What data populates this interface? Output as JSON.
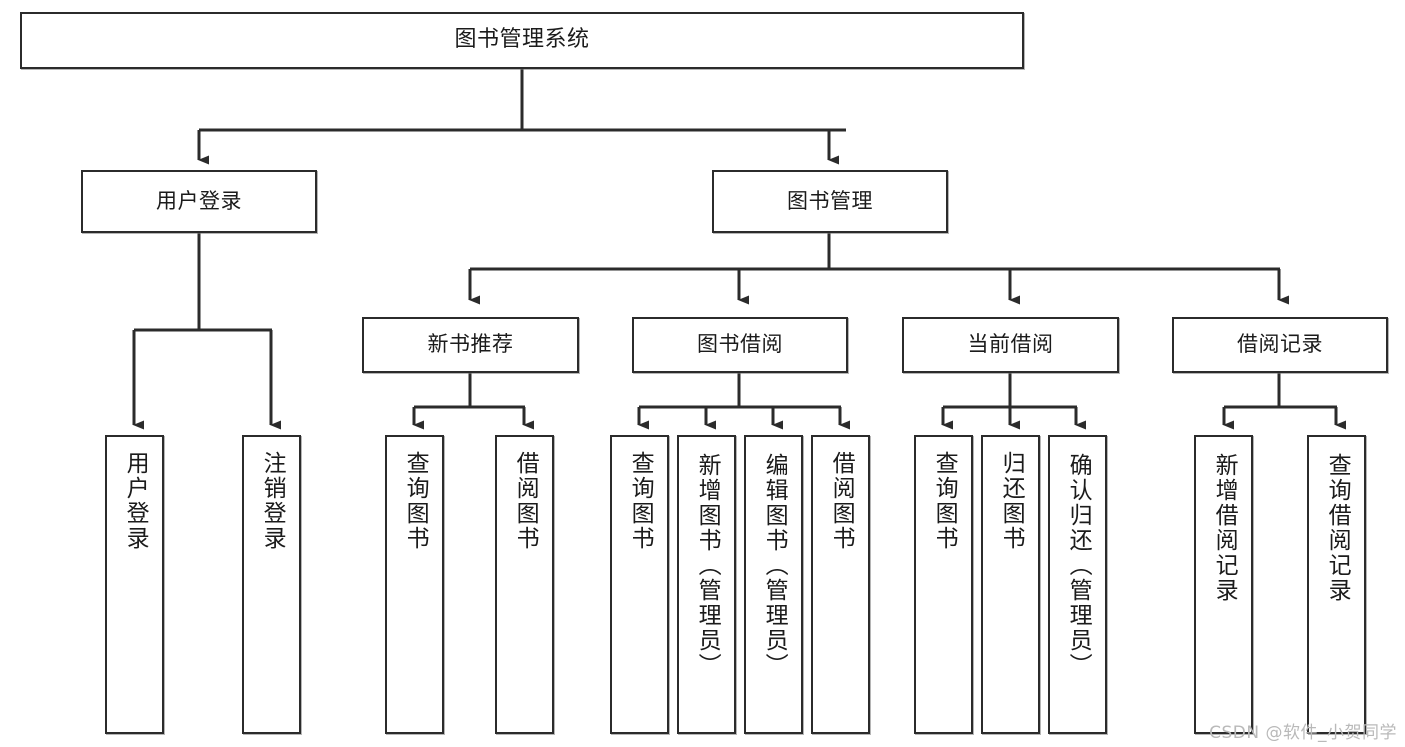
{
  "diagram": {
    "type": "tree-hierarchy",
    "title": "图书管理系统",
    "watermark": "CSDN @软件_小贺同学",
    "colors": {
      "box_border": "#2b2b2b",
      "box_fill": "#ffffff",
      "edge": "#2b2b2b",
      "text": "#1b1b1b",
      "watermark": "#b9b9b9"
    },
    "nodes": {
      "root": {
        "label": "图书管理系统"
      },
      "level2": [
        {
          "id": "user-login",
          "label": "用户登录"
        },
        {
          "id": "book-management",
          "label": "图书管理"
        }
      ],
      "level3": [
        {
          "id": "new-book-recommend",
          "label": "新书推荐"
        },
        {
          "id": "book-borrow",
          "label": "图书借阅"
        },
        {
          "id": "current-borrow",
          "label": "当前借阅"
        },
        {
          "id": "borrow-record",
          "label": "借阅记录"
        }
      ],
      "leaves": {
        "user_login": [
          {
            "id": "leaf-user-login",
            "label": "用户登录"
          },
          {
            "id": "leaf-logout-login",
            "label": "注销登录"
          }
        ],
        "new_book_recommend": [
          {
            "id": "leaf-query-book-1",
            "label": "查询图书"
          },
          {
            "id": "leaf-borrow-book-1",
            "label": "借阅图书"
          }
        ],
        "book_borrow": [
          {
            "id": "leaf-query-book-2",
            "label": "查询图书"
          },
          {
            "id": "leaf-add-book",
            "label": "新增图书（管理员）"
          },
          {
            "id": "leaf-edit-book",
            "label": "编辑图书（管理员）"
          },
          {
            "id": "leaf-borrow-book-2",
            "label": "借阅图书"
          }
        ],
        "current_borrow": [
          {
            "id": "leaf-query-book-3",
            "label": "查询图书"
          },
          {
            "id": "leaf-return-book",
            "label": "归还图书"
          },
          {
            "id": "leaf-confirm-return",
            "label": "确认归还（管理员）"
          }
        ],
        "borrow_record": [
          {
            "id": "leaf-add-borrow-record",
            "label": "新增借阅记录"
          },
          {
            "id": "leaf-query-borrow-record",
            "label": "查询借阅记录"
          }
        ]
      }
    }
  }
}
